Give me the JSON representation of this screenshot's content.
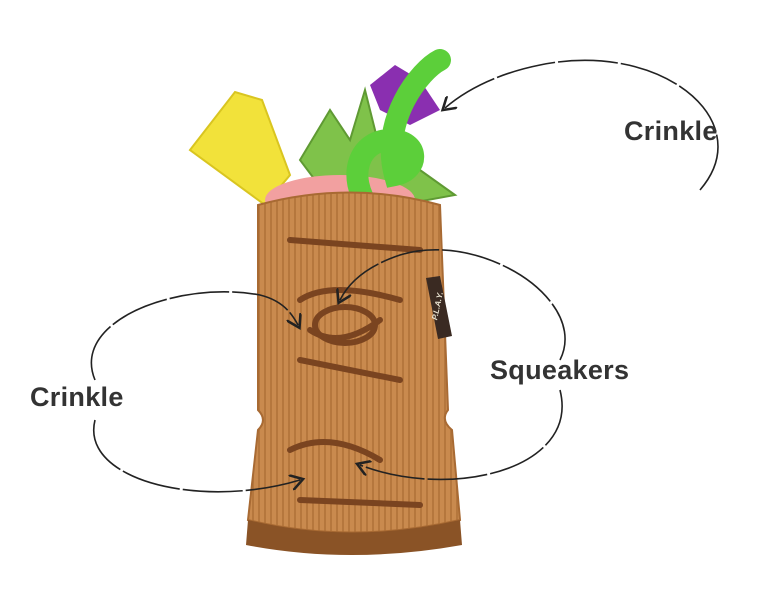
{
  "labels": {
    "top_right": "Crinkle",
    "middle_right": "Squeakers",
    "left": "Crinkle"
  },
  "colors": {
    "text": "#333333",
    "body": "#c98a4e",
    "carving": "#7a4420",
    "straw": "#5ccf3a",
    "pineapple": "#f2e23a",
    "filling": "#f2a0a0",
    "flower": "#8a2fb0"
  },
  "tag_text": "P.L.A.Y."
}
